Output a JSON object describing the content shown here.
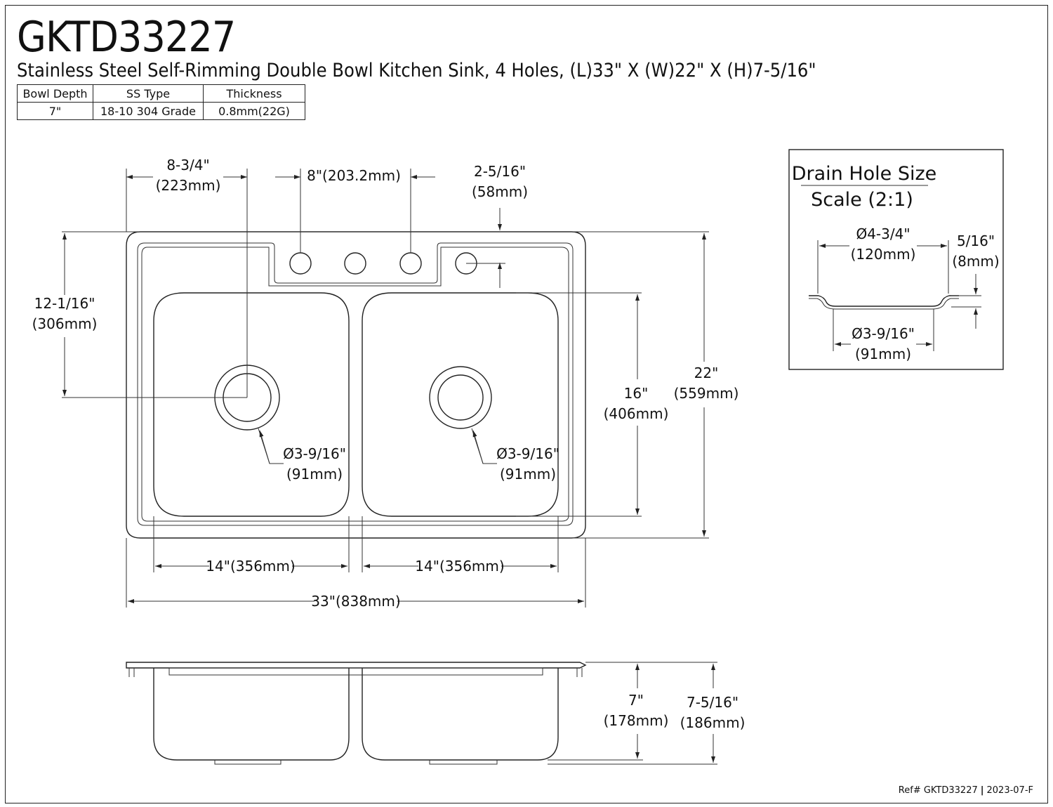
{
  "header": {
    "model": "GKTD33227",
    "description": "Stainless Steel Self-Rimming Double Bowl Kitchen Sink, 4 Holes, (L)33\" X (W)22\" X (H)7-5/16\""
  },
  "spec_table": {
    "headers": [
      "Bowl Depth",
      "SS Type",
      "Thickness"
    ],
    "values": [
      "7\"",
      "18-10 304 Grade",
      "0.8mm(22G)"
    ]
  },
  "top_view": {
    "dim_drain_offset": [
      "8-3/4\"",
      "(223mm)"
    ],
    "dim_hole_spacing": "8\"(203.2mm)",
    "dim_hole_edge": [
      "2-5/16\"",
      "(58mm)"
    ],
    "dim_drain_from_back": [
      "12-1/16\"",
      "(306mm)"
    ],
    "dim_bowl_width": [
      "16\"",
      "(406mm)"
    ],
    "dim_overall_width": [
      "22\"",
      "(559mm)"
    ],
    "drain_left": [
      "Ø3-9/16\"",
      "(91mm)"
    ],
    "drain_right": [
      "Ø3-9/16\"",
      "(91mm)"
    ],
    "dim_bowl_left_length": "14\"(356mm)",
    "dim_bowl_right_length": "14\"(356mm)",
    "dim_overall_length": "33\"(838mm)"
  },
  "side_view": {
    "dim_bowl_depth": [
      "7\"",
      "(178mm)"
    ],
    "dim_overall_height": [
      "7-5/16\"",
      "(186mm)"
    ]
  },
  "drain_detail": {
    "title": "Drain Hole Size",
    "scale": "Scale (2:1)",
    "dim_outer": [
      "Ø4-3/4\"",
      "(120mm)"
    ],
    "dim_depth": [
      "5/16\"",
      "(8mm)"
    ],
    "dim_inner": [
      "Ø3-9/16\"",
      "(91mm)"
    ]
  },
  "footer": {
    "ref": "Ref# GKTD33227",
    "rev": "2023-07-F"
  }
}
